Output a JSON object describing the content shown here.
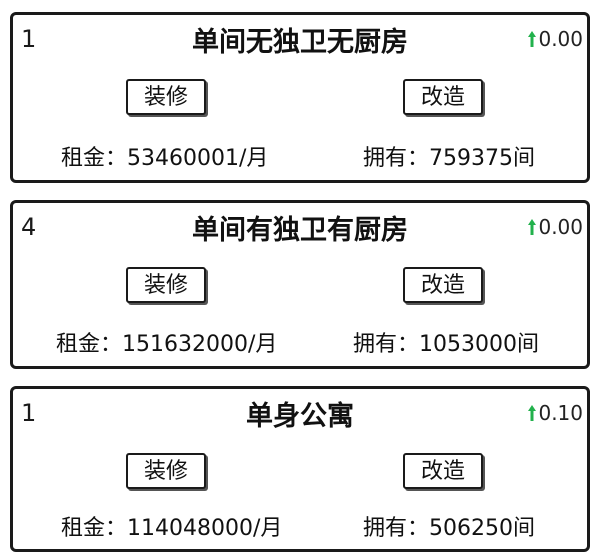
{
  "cards": [
    {
      "level": "1",
      "title": "单间无独卫无厨房",
      "growth": "0.00",
      "decorate_label": "装修",
      "renovate_label": "改造",
      "rent_label": "租金：",
      "rent_value": "53460001/月",
      "own_label": "拥有：",
      "own_value": "759375间"
    },
    {
      "level": "4",
      "title": "单间有独卫有厨房",
      "growth": "0.00",
      "decorate_label": "装修",
      "renovate_label": "改造",
      "rent_label": "租金：",
      "rent_value": "151632000/月",
      "own_label": "拥有：",
      "own_value": "1053000间"
    },
    {
      "level": "1",
      "title": "单身公寓",
      "growth": "0.10",
      "decorate_label": "装修",
      "renovate_label": "改造",
      "rent_label": "租金：",
      "rent_value": "114048000/月",
      "own_label": "拥有：",
      "own_value": "506250间"
    }
  ],
  "icons": {
    "growth_arrow": "up-arrow-icon"
  },
  "colors": {
    "growth_arrow": "#22b14c",
    "border": "#1a1a1a"
  }
}
